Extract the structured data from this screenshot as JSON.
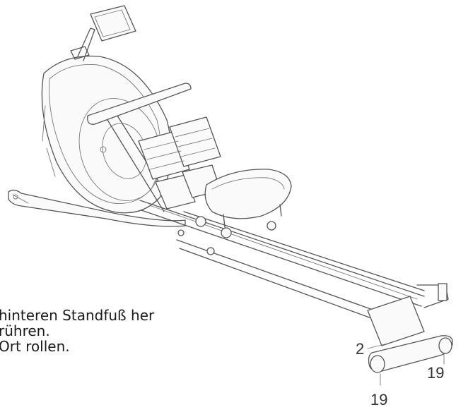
{
  "instructions": {
    "line1": "hinteren Standfuß her",
    "line2": "rühren.",
    "line3": "Ort rollen."
  },
  "callouts": {
    "part_a": "2",
    "part_b": "19",
    "part_c": "19"
  }
}
